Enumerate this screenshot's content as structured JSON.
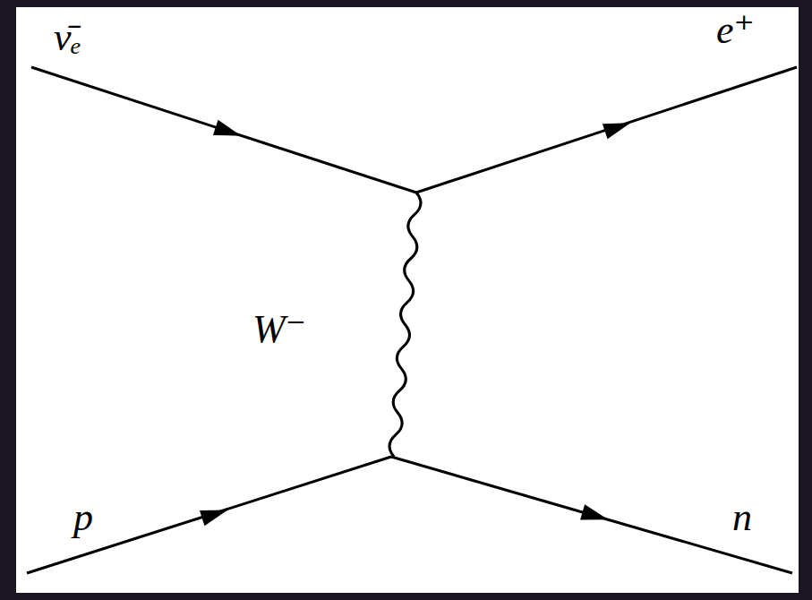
{
  "diagram": {
    "labels": [
      "ν̄ₑ",
      "e⁺",
      "W⁻",
      "p",
      "n"
    ]
  }
}
